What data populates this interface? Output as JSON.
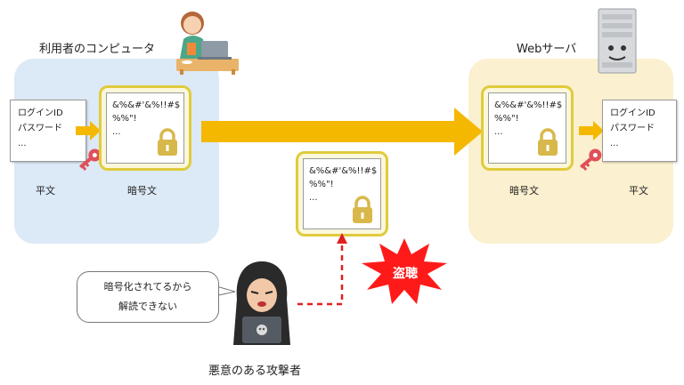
{
  "labels": {
    "user_computer": "利用者のコンピュータ",
    "web_server": "Webサーバ",
    "plaintext_left": "平文",
    "plaintext_right": "平文",
    "ciphertext_left": "暗号文",
    "ciphertext_right": "暗号文",
    "attacker": "悪意のある攻撃者",
    "wiretap": "盗聴"
  },
  "plain_doc": {
    "line1": "ログインID",
    "line2": "パスワード",
    "line3": "..."
  },
  "cipher_doc": {
    "line1": "&%&#'&%!!#$",
    "line2": "%%\"!",
    "line3": "..."
  },
  "speech_bubble": {
    "line1": "暗号化されてるから",
    "line2": "解読できない"
  },
  "colors": {
    "user_zone": "#dce9f6",
    "server_zone": "#fbf0cf",
    "arrow": "#f5b800",
    "frame": "#e0cb3c",
    "lock": "#d8b84a",
    "key": "#e0505a",
    "wiretap_burst": "#ff1a1a",
    "attack_line": "#e02020"
  },
  "icons": [
    "person-at-laptop-icon",
    "server-tower-icon",
    "lock-icon",
    "key-icon",
    "hooded-attacker-icon",
    "burst-icon"
  ]
}
